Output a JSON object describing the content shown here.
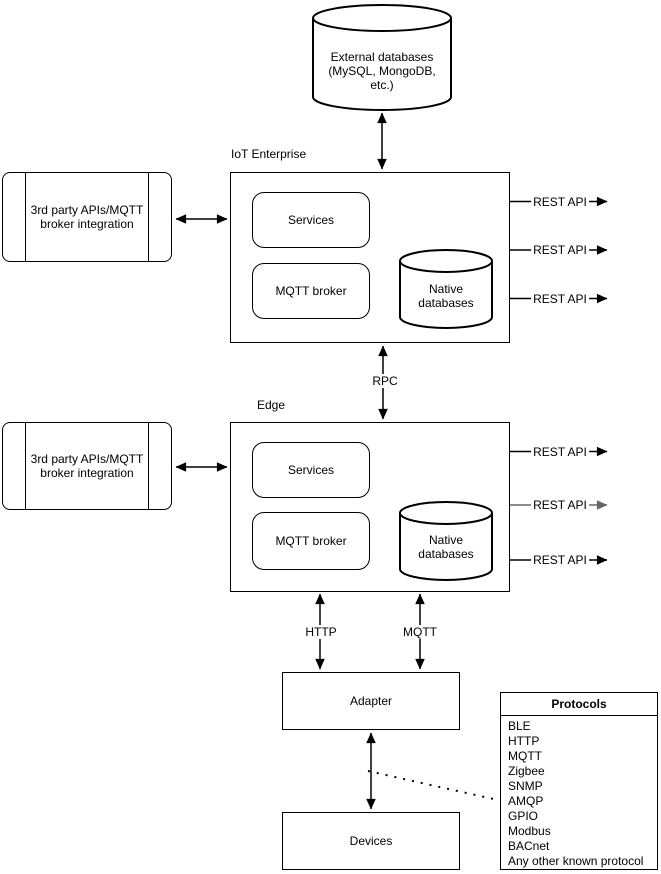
{
  "colors": {
    "line": "#000000",
    "muted_line": "#666666"
  },
  "nodes": {
    "external_db": "External databases\n(MySQL, MongoDB,\netc.)",
    "enterprise_title": "IoT Enterprise",
    "edge_title": "Edge",
    "services": "Services",
    "mqtt_broker": "MQTT broker",
    "native_db": "Native\ndatabases",
    "third_party": "3rd party APIs/MQTT broker integration",
    "adapter": "Adapter",
    "devices": "Devices"
  },
  "connectors": {
    "rest_api": "REST API",
    "rpc": "RPC",
    "http": "HTTP",
    "mqtt": "MQTT"
  },
  "protocols": {
    "title": "Protocols",
    "items": [
      "BLE",
      "HTTP",
      "MQTT",
      "Zigbee",
      "SNMP",
      "AMQP",
      "GPIO",
      "Modbus",
      "BACnet",
      "Any other known protocol"
    ]
  }
}
